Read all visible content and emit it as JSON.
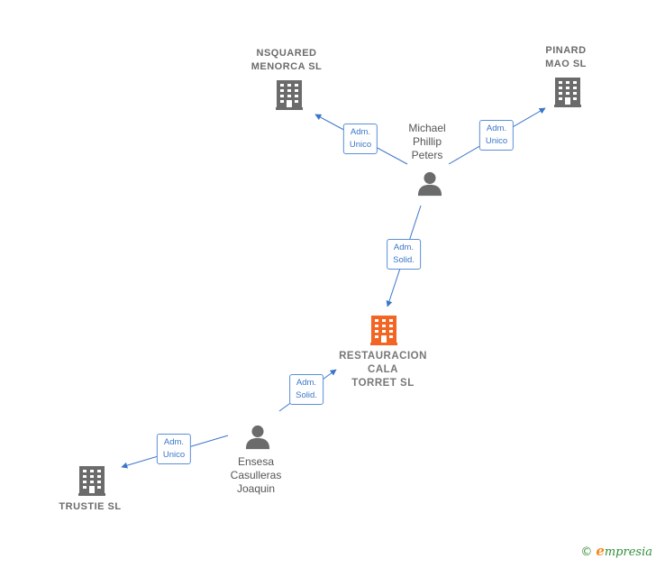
{
  "colors": {
    "company": "#6b6b6b",
    "focus_company": "#f26522",
    "person": "#6b6b6b",
    "edge": "#3a76c8",
    "brand_green": "#2f8f3a",
    "brand_orange": "#f28a1c"
  },
  "nodes": {
    "nsquared": {
      "type": "company",
      "icon": "building-icon",
      "lines": [
        "NSQUARED",
        "MENORCA  SL"
      ]
    },
    "pinard": {
      "type": "company",
      "icon": "building-icon",
      "lines": [
        "PINARD",
        "MAO  SL"
      ]
    },
    "michael": {
      "type": "person",
      "icon": "person-icon",
      "lines": [
        "Michael",
        "Phillip",
        "Peters"
      ]
    },
    "restauracion": {
      "type": "focus-company",
      "icon": "building-icon",
      "lines": [
        "RESTAURACION",
        "CALA",
        "TORRET  SL"
      ]
    },
    "ensesa": {
      "type": "person",
      "icon": "person-icon",
      "lines": [
        "Ensesa",
        "Casulleras",
        "Joaquin"
      ]
    },
    "trustie": {
      "type": "company",
      "icon": "building-icon",
      "lines": [
        "TRUSTIE  SL"
      ]
    }
  },
  "edges": [
    {
      "from": "michael",
      "to": "nsquared",
      "role": [
        "Adm.",
        "Unico"
      ]
    },
    {
      "from": "michael",
      "to": "pinard",
      "role": [
        "Adm.",
        "Unico"
      ]
    },
    {
      "from": "michael",
      "to": "restauracion",
      "role": [
        "Adm.",
        "Solid."
      ]
    },
    {
      "from": "ensesa",
      "to": "restauracion",
      "role": [
        "Adm.",
        "Solid."
      ]
    },
    {
      "from": "ensesa",
      "to": "trustie",
      "role": [
        "Adm.",
        "Unico"
      ]
    }
  ],
  "brand": {
    "copyright": "©",
    "initial": "e",
    "rest": "mpresia"
  }
}
